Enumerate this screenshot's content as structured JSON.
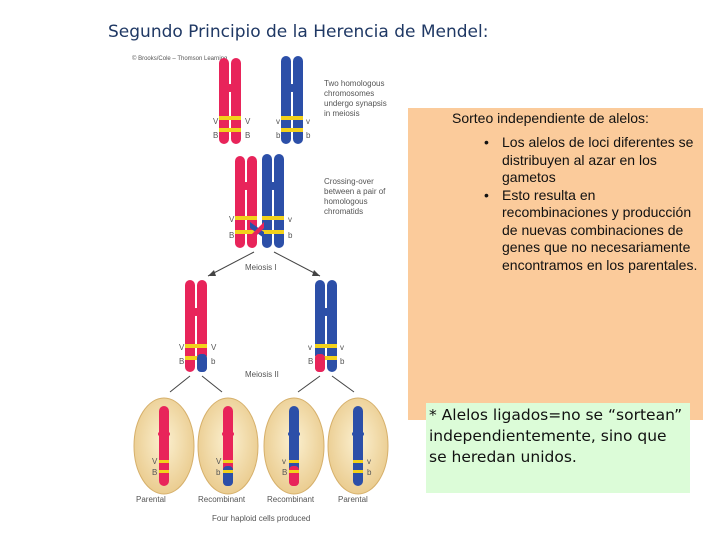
{
  "title": "Segundo Principio de la Herencia de Mendel:",
  "figure": {
    "credit": "© Brooks/Cole – Thomson Learning",
    "caption_synapsis": [
      "Two homologous",
      "chromosomes",
      "undergo synapsis",
      "in meiosis"
    ],
    "caption_crossing": [
      "Crossing-over",
      "between a pair of",
      "homologous",
      "chromatids"
    ],
    "meiosis_1": "Meiosis I",
    "meiosis_2": "Meiosis II",
    "allele_V": "V",
    "allele_v": "v",
    "allele_B": "B",
    "allele_b": "b",
    "cell_labels": [
      "Parental",
      "Recombinant",
      "Recombinant",
      "Parental"
    ],
    "bottom_caption": "Four haploid cells produced",
    "colors": {
      "red": "#e8245a",
      "blue": "#2c4fa8",
      "yellow": "#f3d21b",
      "cell": "#f6e1ad"
    }
  },
  "note": {
    "heading": "Sorteo independiente de alelos:",
    "bullets": [
      "Los alelos de loci diferentes se distribuyen al azar en los gametos",
      "Esto resulta en recombinaciones y producción de nuevas combinaciones de genes que no necesariamente encontramos en los parentales."
    ],
    "bullet_symbol": "•"
  },
  "linked_note": "* Alelos ligados=no se “sortean” independientemente, sino que se heredan unidos."
}
